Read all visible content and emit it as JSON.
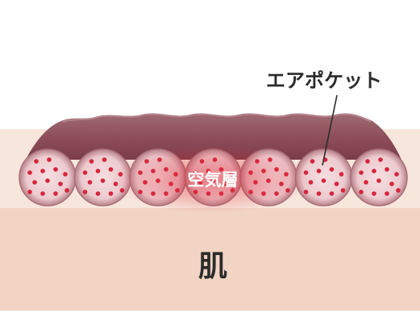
{
  "labels": {
    "air_pocket": "エアポケット",
    "air_layer": "空気層",
    "skin": "肌"
  },
  "fibers": {
    "count": 7
  },
  "colors": {
    "background": "#ffffff",
    "skin_light": "#f6e4da",
    "skin_dark": "#f0d3c2",
    "fabric_top": "#8a4a55",
    "fabric_top_light": "#b7868d",
    "fiber_fill": "#efd0d2",
    "fiber_edge": "#a8707a",
    "dot": "#d6253a",
    "glow": "#e23a45",
    "text": "#2b2b2b"
  }
}
